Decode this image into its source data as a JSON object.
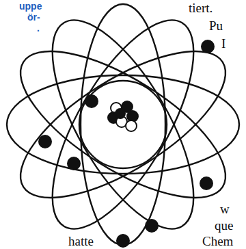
{
  "diagram": {
    "labels": [
      "uppe",
      "ör-",
      ".",
      "tiert.",
      "Pu",
      "I",
      "w",
      "que",
      "Chem",
      "hatte"
    ]
  }
}
